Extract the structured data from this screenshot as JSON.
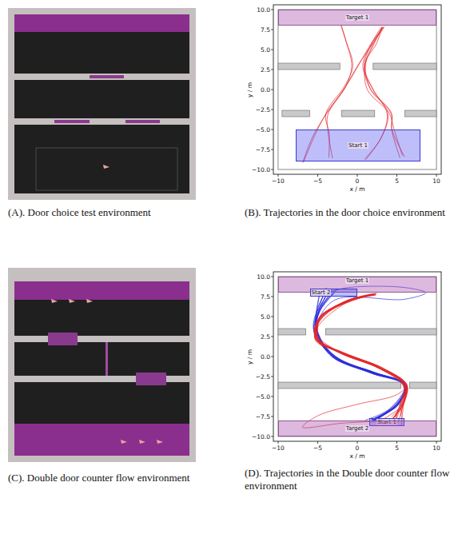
{
  "diagram": {
    "nodes": [
      {
        "text": [
          "Target 1"
        ]
      },
      {
        "text": [
          "Start 1"
        ]
      },
      {
        "text": [
          "Target 1"
        ]
      },
      {
        "text": [
          "Start 2"
        ]
      },
      {
        "text": [
          "Start 1"
        ]
      },
      {
        "text": [
          "Target 2"
        ]
      }
    ],
    "labels": [
      "10.0",
      "7.5",
      "5.0",
      "2.5",
      "0.0",
      "−2.5",
      "−5.0",
      "−7.5",
      "−10.0",
      "−10",
      "−5",
      "0",
      "5",
      "10",
      "x / m",
      "y / m",
      "(A). Door choice test environment",
      "(B). Trajectories in the door choice environment",
      "10.0",
      "7.5",
      "5.0",
      "2.5",
      "0.0",
      "−2.5",
      "−5.0",
      "−7.5",
      "−10.0",
      "−10",
      "−5",
      "0",
      "5",
      "10",
      "x / m",
      "y / m",
      "(C). Double door counter flow environment",
      "(D). Trajectories in the Double door counter flow environment"
    ]
  }
}
